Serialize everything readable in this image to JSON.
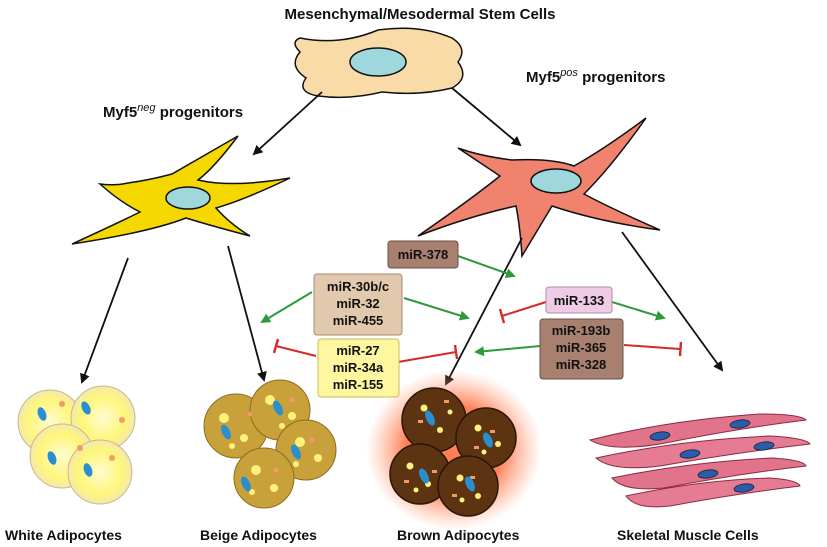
{
  "title": "Mesenchymal/Mesodermal Stem Cells",
  "progenitors": {
    "neg": {
      "prefix": "Myf5",
      "sup": "neg",
      "suffix": " progenitors"
    },
    "pos": {
      "prefix": "Myf5",
      "sup": "pos",
      "suffix": " progenitors"
    }
  },
  "mirna": {
    "mir378": "miR-378",
    "mir30": [
      "miR-30b/c",
      "miR-32",
      "miR-455"
    ],
    "mir27": [
      "miR-27",
      "miR-34a",
      "miR-155"
    ],
    "mir133": "miR-133",
    "mir193": [
      "miR-193b",
      "miR-365",
      "miR-328"
    ]
  },
  "cell_types": {
    "white": "White Adipocytes",
    "beige": "Beige Adipocytes",
    "brown": "Brown Adipocytes",
    "muscle": "Skeletal Muscle Cells"
  },
  "colors": {
    "stem_cell": "#f9dba8",
    "neg_progenitor": "#f5d800",
    "pos_progenitor": "#f0826e",
    "nucleus": "#9fd8dc",
    "activation_arrow": "#2e9a3c",
    "inhibition_arrow": "#d62a2a",
    "mir378_box": "#a88070",
    "mir30_box": "#e2c9ae",
    "mir27_box": "#fff6a0",
    "mir133_box": "#efcce6",
    "mir193_box": "#a88070"
  }
}
